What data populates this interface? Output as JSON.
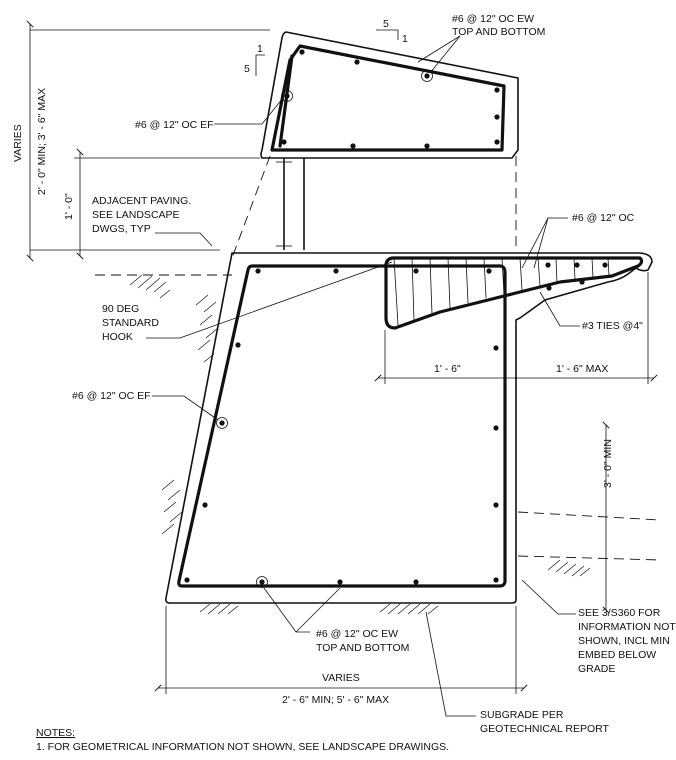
{
  "labels": {
    "slope_run": "5",
    "slope_rise": "1",
    "slope_run2": "1",
    "slope_rise2": "5",
    "cap_rebar_ew_line1": "#6 @ 12\" OC EW",
    "cap_rebar_ew_line2": "TOP AND BOTTOM",
    "cap_rebar_ef": "#6 @ 12\" OC EF",
    "paving_line1": "ADJACENT PAVING.",
    "paving_line2": "SEE LANDSCAPE",
    "paving_line3": "DWGS, TYP",
    "top_rebar_oc": "#6 @ 12\" OC",
    "hook_line1": "90 DEG",
    "hook_line2": "STANDARD",
    "hook_line3": "HOOK",
    "ties": "#3 TIES @4\"",
    "wall_rebar_ef": "#6 @ 12\" OC EF",
    "footing_rebar_line1": "#6 @ 12\" OC EW",
    "footing_rebar_line2": "TOP AND BOTTOM",
    "see_detail_line1": "SEE 3/S360 FOR",
    "see_detail_line2": "INFORMATION NOT",
    "see_detail_line3": "SHOWN, INCL MIN",
    "see_detail_line4": "EMBED BELOW",
    "see_detail_line5": "GRADE",
    "subgrade_line1": "SUBGRADE PER",
    "subgrade_line2": "GEOTECHNICAL REPORT"
  },
  "dimensions": {
    "left_varies": "VARIES",
    "left_height": "2' - 0\" MIN; 3' - 6\" MAX",
    "one_foot": "1' - 0\"",
    "ledge_width": "1' - 6\"",
    "ledge_max": "1' - 6\" MAX",
    "embed_min": "3' - 0\" MIN",
    "bottom_varies": "VARIES",
    "bottom_width": "2' - 6\" MIN; 5' - 6\" MAX"
  },
  "notes": {
    "heading": "NOTES:",
    "items": [
      "1. FOR GEOMETRICAL INFORMATION NOT SHOWN, SEE LANDSCAPE DRAWINGS."
    ]
  }
}
